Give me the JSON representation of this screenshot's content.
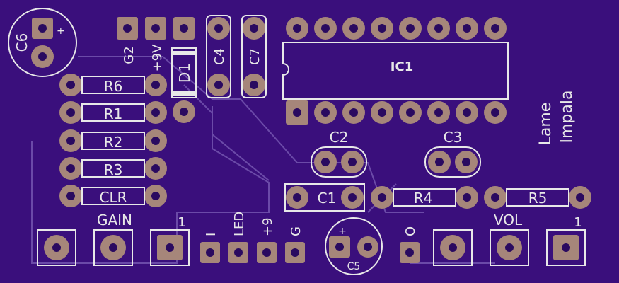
{
  "colors": {
    "board": "#3a0f7c",
    "silkscreen": "#e8e8e8",
    "pad": "#a6867a",
    "drill": "#2a0a60",
    "trace": "#6b4aa8"
  },
  "labels": {
    "c6": "C6",
    "c6_plus": "+",
    "g2": "G2",
    "p9v": "+9V",
    "d1": "D1",
    "c4": "C4",
    "c7": "C7",
    "ic1": "IC1",
    "r6": "R6",
    "r1": "R1",
    "r2": "R2",
    "r3": "R3",
    "clr": "CLR",
    "c2": "C2",
    "c3": "C3",
    "c1": "C1",
    "r4": "R4",
    "r5": "R5",
    "title_line1": "Lame",
    "title_line2": "Impala",
    "gain": "GAIN",
    "gain_pin1": "1",
    "pin_i": "I",
    "pin_led": "LED",
    "pin_p9": "+9",
    "pin_g": "G",
    "c5": "C5",
    "c5_plus": "+",
    "pin_o": "O",
    "vol": "VOL",
    "vol_pin1": "1"
  }
}
